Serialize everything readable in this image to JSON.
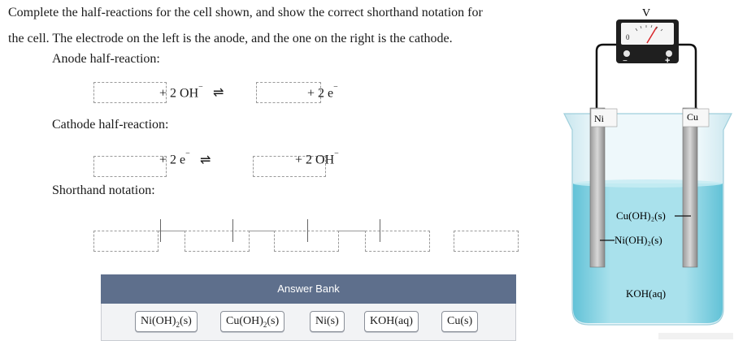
{
  "prompt": {
    "line1": "Complete the half-reactions for the cell shown, and show the correct shorthand notation for",
    "line2": "the cell. The electrode on the left is the anode, and the one on the right is the cathode."
  },
  "anode": {
    "label": "Anode half-reaction:",
    "term1": "+ 2 OH",
    "charge1": "−",
    "arrow": "⇌",
    "term2": "+ 2 e",
    "charge2": "−"
  },
  "cathode": {
    "label": "Cathode half-reaction:",
    "term1": "+ 2 e",
    "charge1": "−",
    "arrow": "⇌",
    "term2": "+ 2 OH",
    "charge2": "−"
  },
  "shorthand": {
    "label": "Shorthand notation:"
  },
  "answer_bank": {
    "title": "Answer Bank",
    "chips": [
      {
        "main": "Ni(OH)",
        "sub": "2",
        "tail": "(s)"
      },
      {
        "main": "Cu(OH)",
        "sub": "2",
        "tail": "(s)"
      },
      {
        "main": "Ni(s)",
        "sub": "",
        "tail": ""
      },
      {
        "main": "KOH(aq)",
        "sub": "",
        "tail": ""
      },
      {
        "main": "Cu(s)",
        "sub": "",
        "tail": ""
      }
    ]
  },
  "diagram": {
    "voltmeter_label": "V",
    "meter_zero": "0",
    "neg_terminal": "−",
    "pos_terminal": "+",
    "left_electrode": "Ni",
    "right_electrode": "Cu",
    "label_cu_oh2": "Cu(OH)₂(s)",
    "label_ni_oh2": "Ni(OH)₂(s)",
    "label_electrolyte": "KOH(aq)"
  },
  "colors": {
    "bank_header": "#5e6f8c",
    "solution": "#8fd6e6",
    "beaker_glass": "#e6f4f8"
  }
}
